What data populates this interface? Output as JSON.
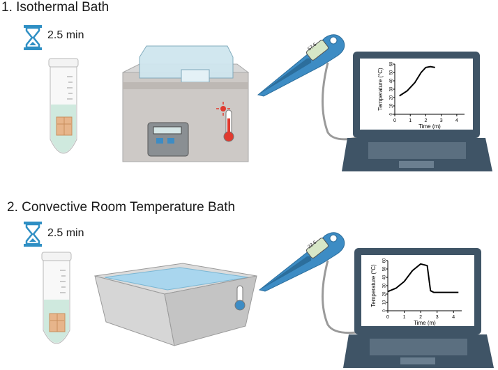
{
  "step1": {
    "title": "1.  Isothermal Bath",
    "duration": "2.5 min",
    "thermometer_reading": "57.6",
    "chart_data": {
      "type": "line",
      "xlabel": "Time (m)",
      "ylabel": "Temperature (°C)",
      "xticks": [
        "0",
        "1",
        "2",
        "3",
        "4"
      ],
      "yticks": [
        "0",
        "10",
        "20",
        "30",
        "40",
        "50",
        "60"
      ],
      "xlim": [
        0,
        4.5
      ],
      "ylim": [
        0,
        60
      ],
      "series": [
        {
          "x": [
            0.3,
            0.8,
            1.3,
            1.7,
            2.0,
            2.3,
            2.6
          ],
          "y": [
            22,
            28,
            38,
            50,
            56,
            57,
            56
          ]
        }
      ]
    }
  },
  "step2": {
    "title": "2. Convective Room Temperature Bath",
    "duration": "2.5 min",
    "thermometer_reading": "22.6",
    "chart_data": {
      "type": "line",
      "xlabel": "Time (m)",
      "ylabel": "Temperature (°C)",
      "xticks": [
        "0",
        "1",
        "2",
        "3",
        "4"
      ],
      "yticks": [
        "0",
        "10",
        "20",
        "30",
        "40",
        "50",
        "60"
      ],
      "xlim": [
        0,
        4.5
      ],
      "ylim": [
        0,
        60
      ],
      "series": [
        {
          "x": [
            0,
            0.5,
            1.0,
            1.5,
            2.0,
            2.4,
            2.6,
            2.8,
            3.2,
            4.3
          ],
          "y": [
            23,
            27,
            35,
            48,
            56,
            54,
            24,
            22,
            22,
            22
          ]
        }
      ]
    }
  },
  "colors": {
    "bath_water": "#c9e6f0",
    "bath_room_water": "#a9d6ee",
    "thermo_blue": "#3d8cc4",
    "hot_red": "#e03a2f",
    "laptop": "#3f5466"
  }
}
